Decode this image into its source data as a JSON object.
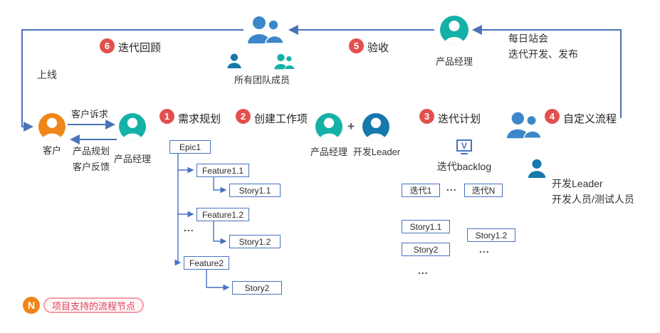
{
  "colors": {
    "red": "#e2504e",
    "teal": "#14b1a7",
    "darkblue": "#1678ad",
    "blue": "#3d87c9",
    "orange": "#f08519",
    "arrow": "#4a72b8",
    "boxline": "#4673c1",
    "pillborder": "#f49ca8",
    "pilltext": "#e04156"
  },
  "top": {
    "step6_num": "6",
    "step6_label": "迭代回顾",
    "step5_num": "5",
    "step5_label": "验收",
    "all_team_label": "所有团队成员",
    "pm_label": "产品经理",
    "daily_line1": "每日站会",
    "daily_line2": "迭代开发、发布",
    "online_label": "上线"
  },
  "flow": {
    "customer_label": "客户",
    "customer_demand": "客户诉求",
    "product_planning": "产品规划",
    "customer_feedback": "客户反馈",
    "pm1_label": "产品经理",
    "step1_num": "1",
    "step1_label": "需求规划",
    "step2_num": "2",
    "step2_label": "创建工作项",
    "pm2_label": "产品经理",
    "plus": "+",
    "devleader_label": "开发Leader",
    "step3_num": "3",
    "step3_label": "迭代计划",
    "backlog_icon_letter": "V",
    "backlog_label": "迭代backlog",
    "step4_num": "4",
    "step4_label": "自定义流程",
    "team_line1": "开发Leader",
    "team_line2": "开发人员/测试人员"
  },
  "tree": {
    "epic1": "Epic1",
    "feature11": "Feature1.1",
    "story11": "Story1.1",
    "feature12": "Feature1.2",
    "story12": "Story1.2",
    "dots": "...",
    "feature2": "Feature2",
    "story2": "Story2"
  },
  "backlog": {
    "iter1": "迭代1",
    "dots1": "...",
    "iterN": "迭代N",
    "story11": "Story1.1",
    "story12": "Story1.2",
    "story2": "Story2",
    "dots2": "...",
    "dots3": "..."
  },
  "legend": {
    "badge": "N",
    "label": "项目支持的流程节点"
  }
}
